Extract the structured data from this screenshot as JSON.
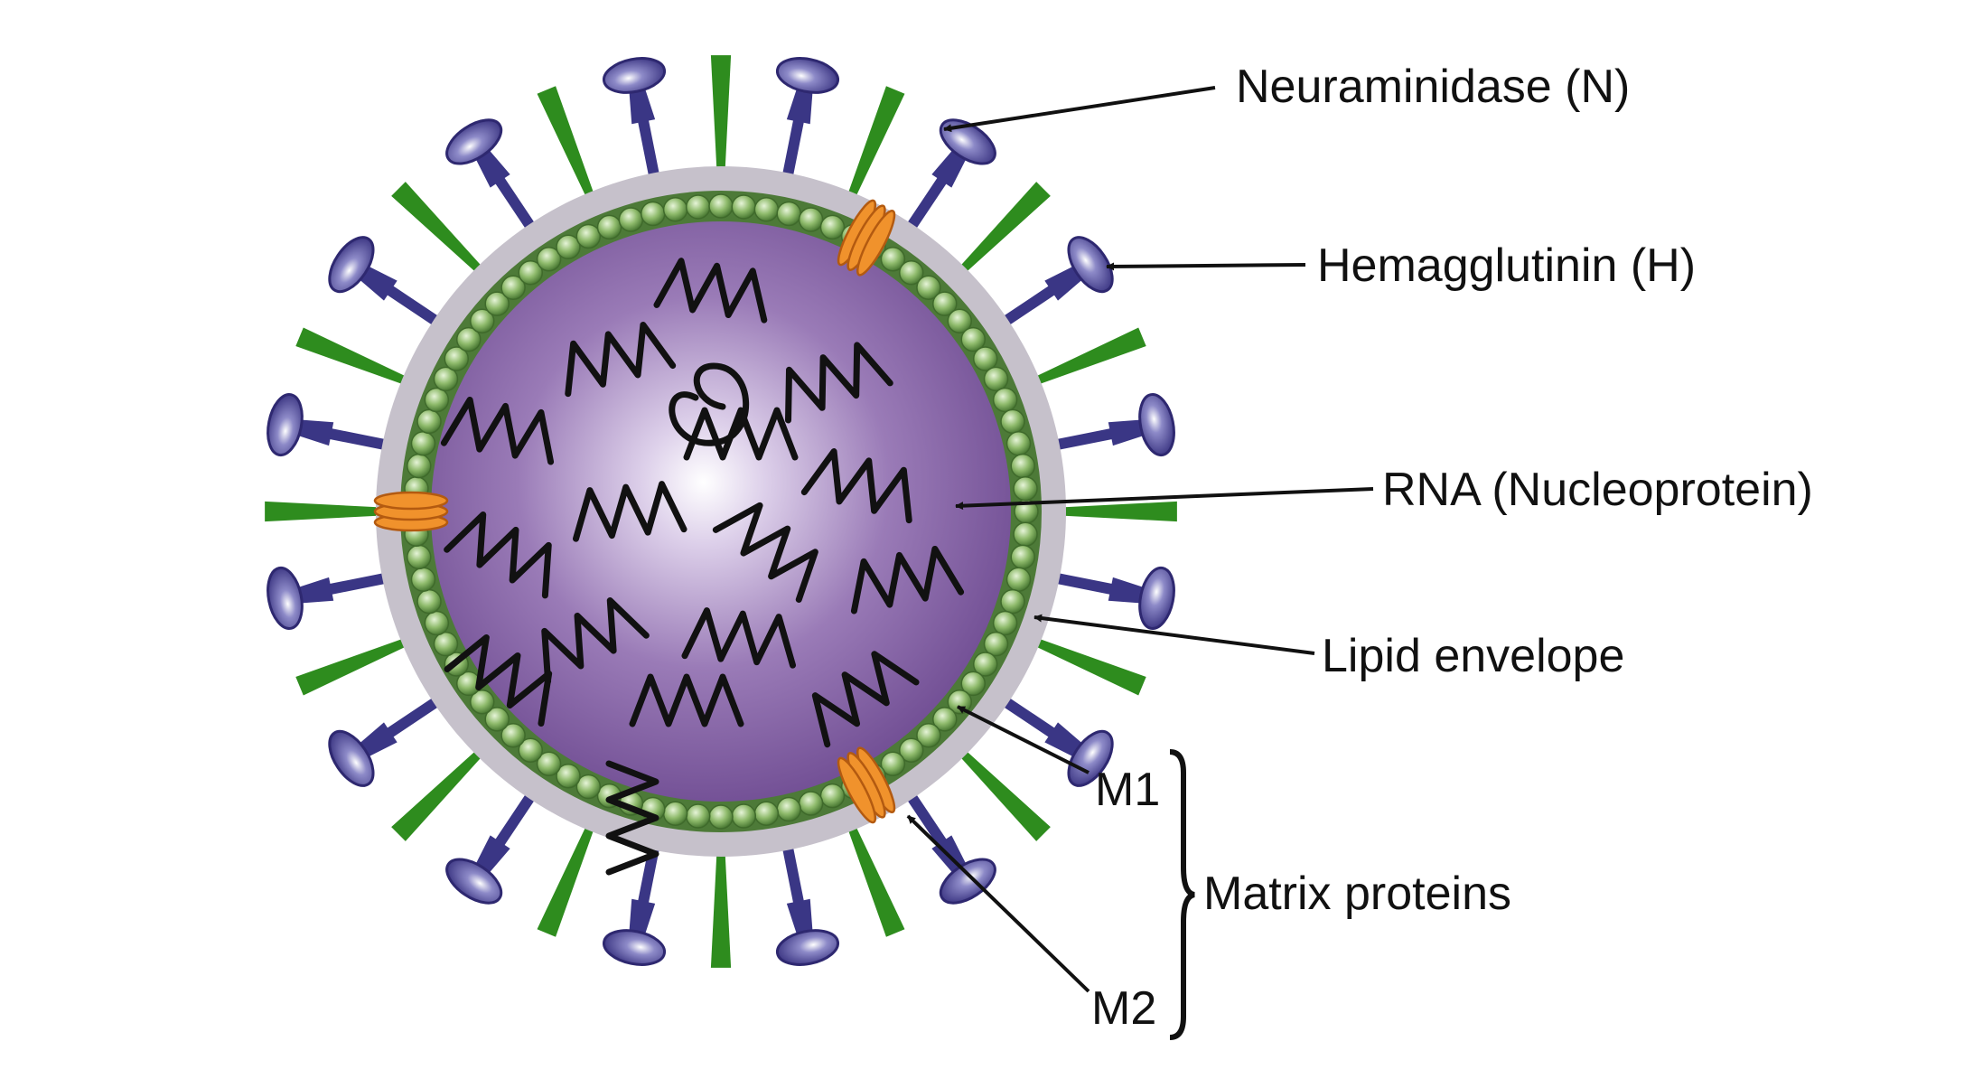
{
  "labels": {
    "neuraminidase": "Neuraminidase (N)",
    "hemagglutinin": "Hemagglutinin (H)",
    "rna": "RNA (Nucleoprotein)",
    "lipid_envelope": "Lipid envelope",
    "m1": "M1",
    "m2": "M2",
    "matrix_proteins": "Matrix proteins"
  },
  "colors": {
    "envelope": "#c6c1cb",
    "core": "#7e5a9d",
    "beads": "#6e9a52",
    "neuraminidase": "#3a3685",
    "hemagglutinin": "#2e8c1e",
    "m2_channel": "#f0922c",
    "rna": "#111111"
  }
}
